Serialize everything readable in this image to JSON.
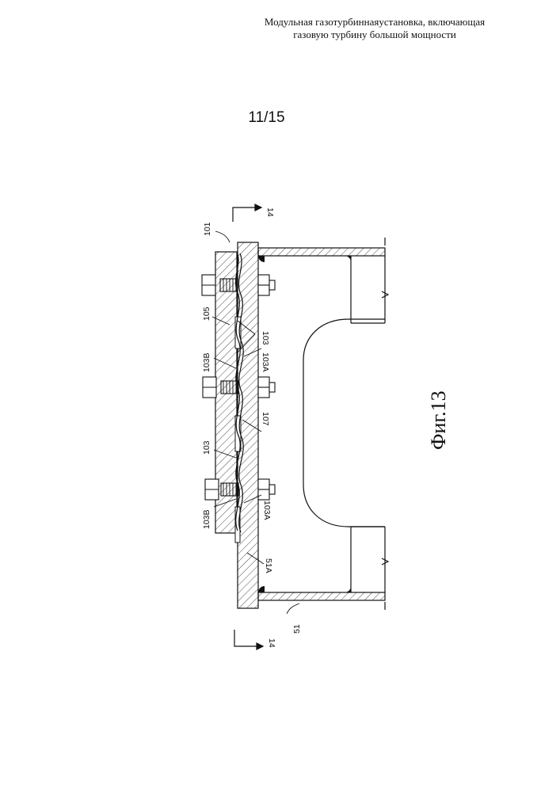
{
  "header": {
    "line1": "Модульная газотурбиннаяустановка, включающая",
    "line2": "газовую турбину большой мощности"
  },
  "sheet_number": "11/15",
  "figure_caption": "Фиг.13",
  "labels": {
    "section_top": "14",
    "section_bottom": "14",
    "assembly": "101",
    "plate": "105",
    "clip": "103",
    "clip_a": "103A",
    "clip_b": "103B",
    "spacer": "107",
    "flange": "51A",
    "casing": "51"
  }
}
